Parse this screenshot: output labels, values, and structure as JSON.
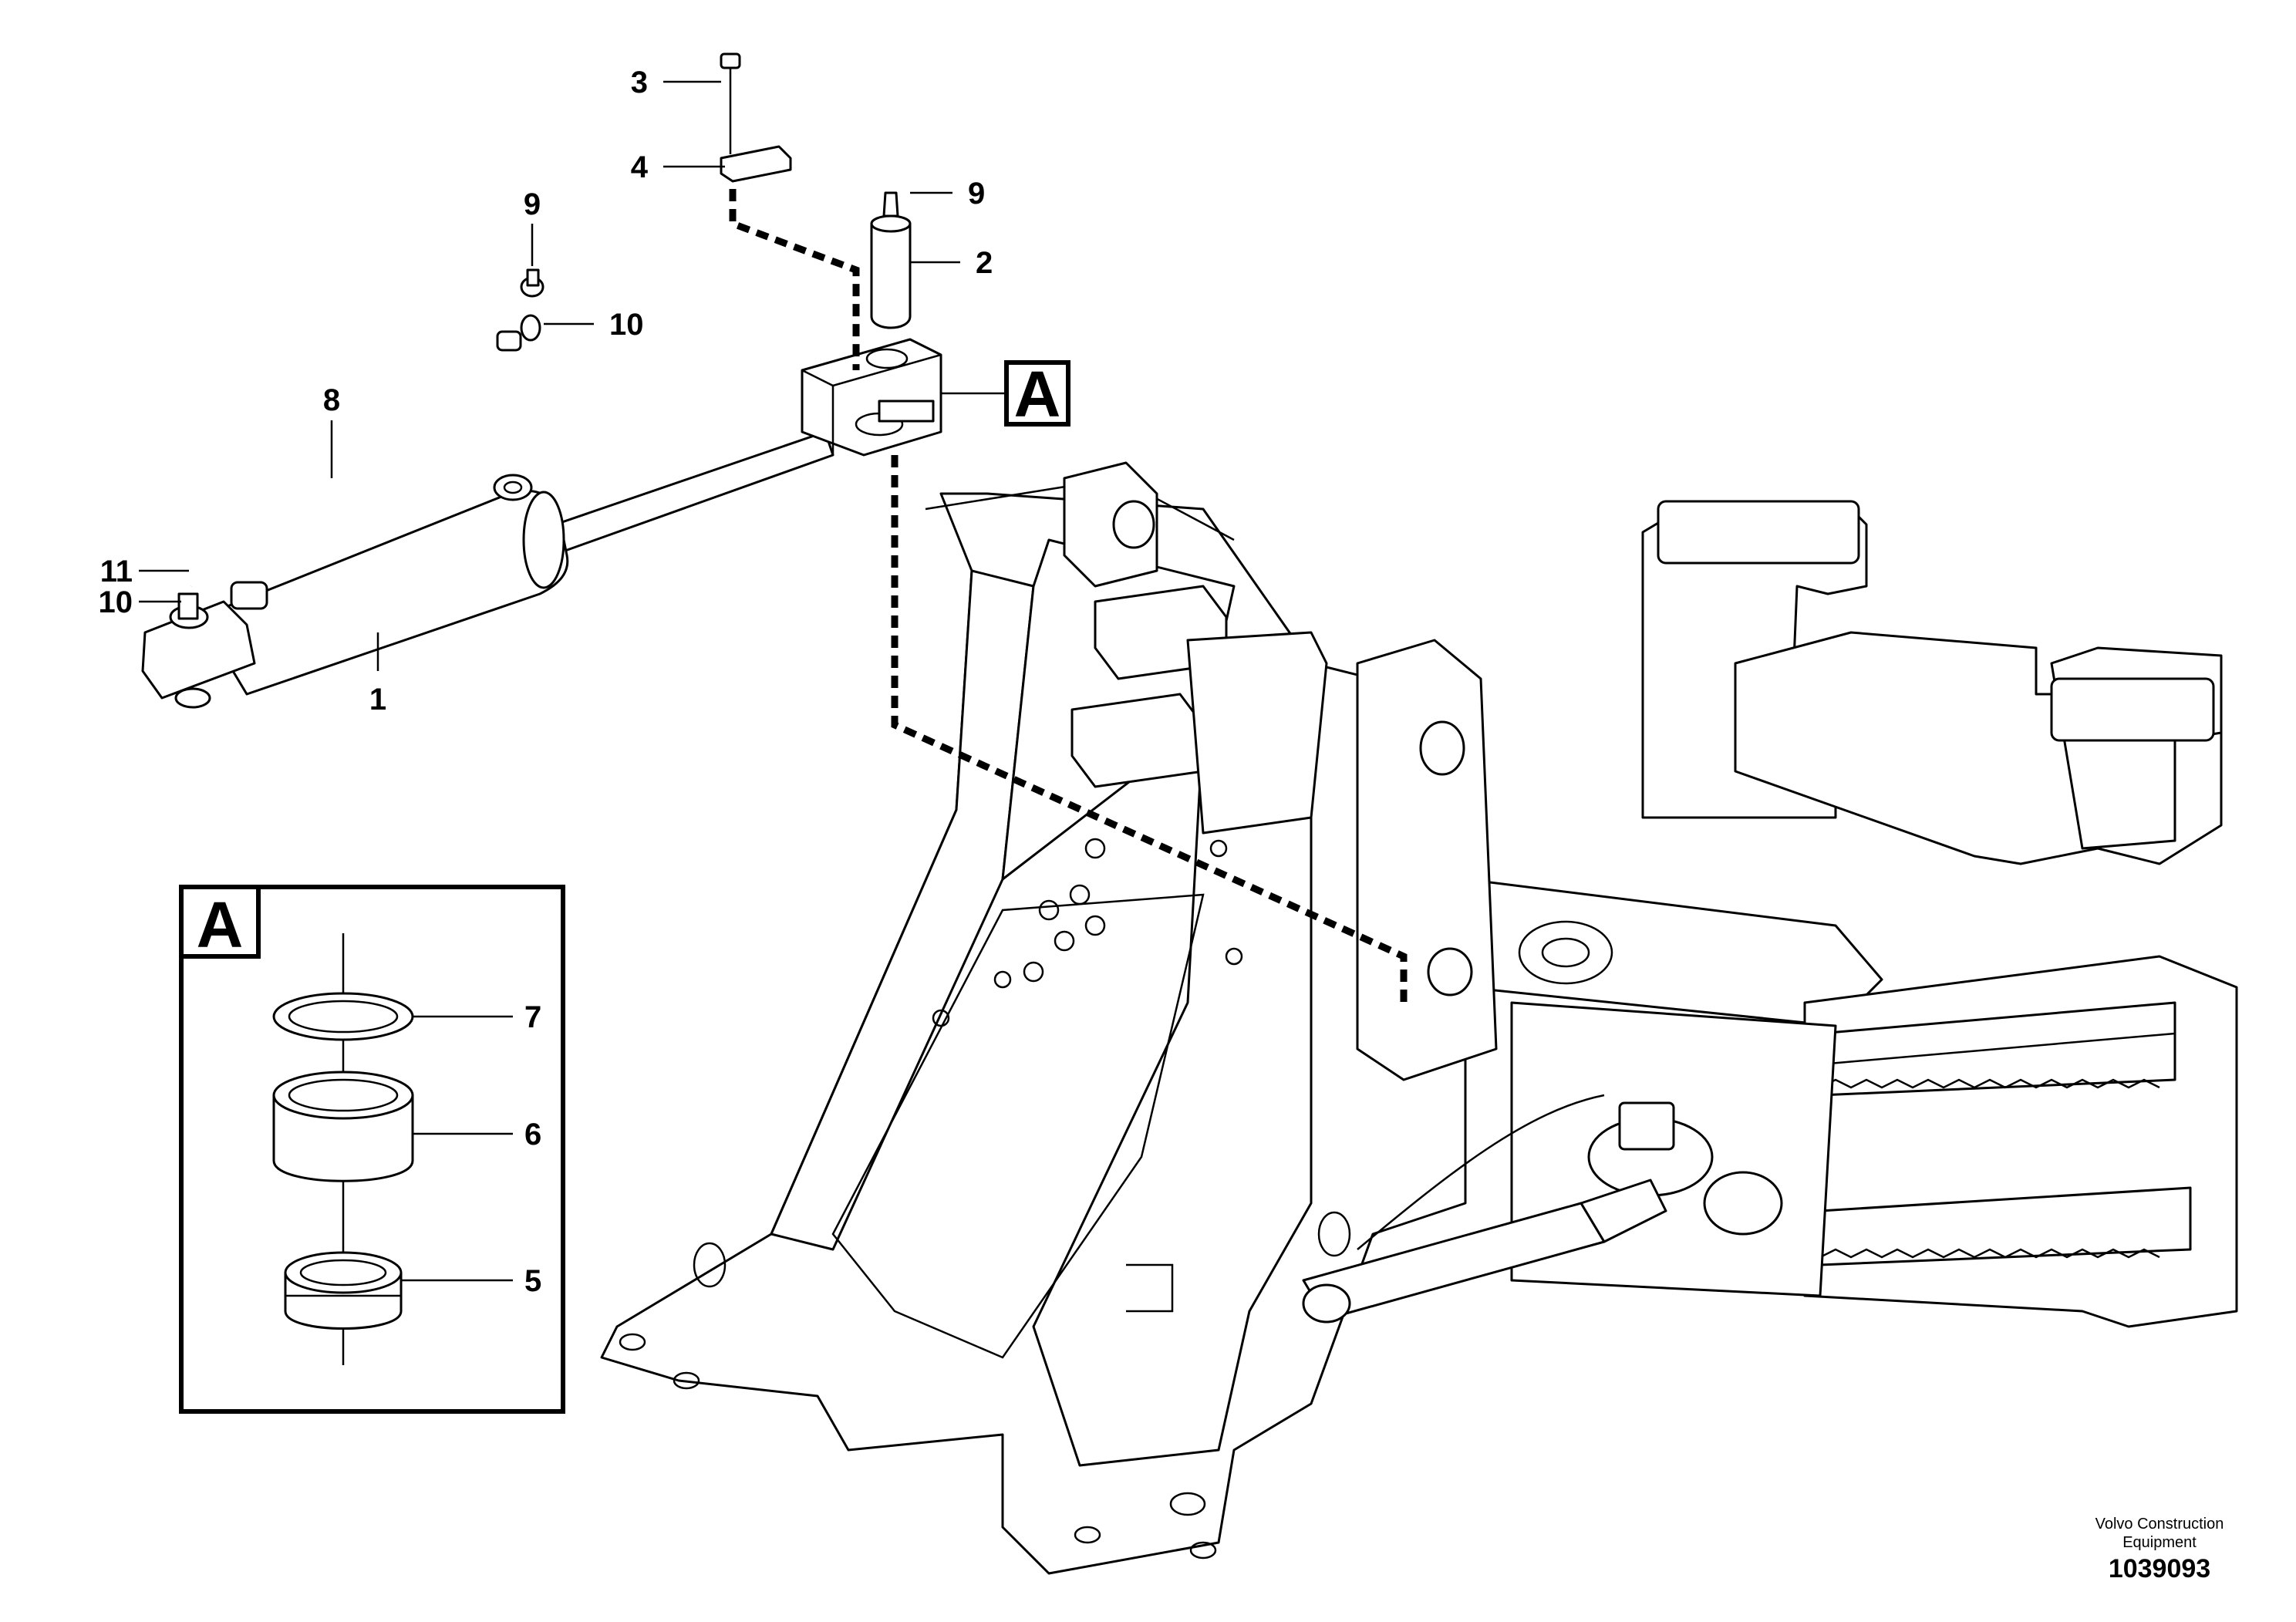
{
  "callouts": {
    "c1": "1",
    "c2": "2",
    "c3": "3",
    "c4": "4",
    "c5": "5",
    "c6": "6",
    "c7": "7",
    "c8": "8",
    "c9a": "9",
    "c9b": "9",
    "c10a": "10",
    "c10b": "10",
    "c11": "11"
  },
  "detail": {
    "letter_main": "A",
    "letter_inset": "A"
  },
  "footer": {
    "publisher_line1": "Volvo Construction",
    "publisher_line2": "Equipment",
    "drawing_number": "1039093"
  }
}
